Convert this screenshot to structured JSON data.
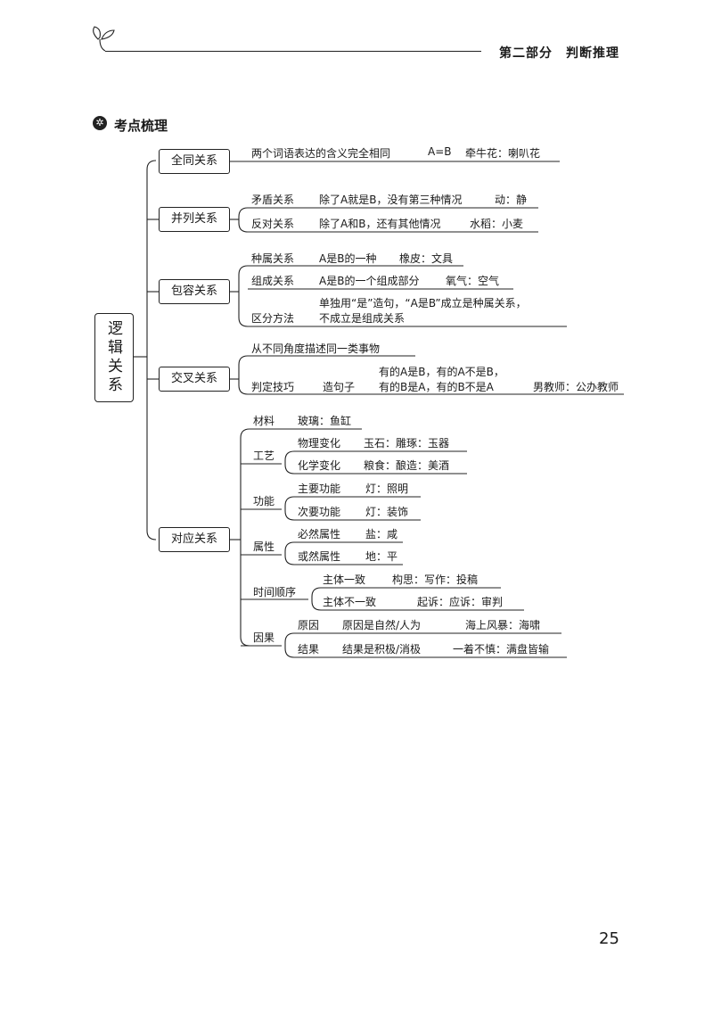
{
  "header": {
    "title": "第二部分　判断推理"
  },
  "section": {
    "icon": "gear-icon",
    "title": "考点梳理"
  },
  "root": "逻辑关系",
  "branches": {
    "b1": {
      "label": "全同关系",
      "rows": [
        {
          "a": "两个词语表达的含义完全相同",
          "b": "A=B",
          "c": "牵牛花：喇叭花"
        }
      ]
    },
    "b2": {
      "label": "并列关系",
      "rows": [
        {
          "a": "矛盾关系",
          "b": "除了A就是B，没有第三种情况",
          "c": "动：静"
        },
        {
          "a": "反对关系",
          "b": "除了A和B，还有其他情况",
          "c": "水稻：小麦"
        }
      ]
    },
    "b3": {
      "label": "包容关系",
      "rows": [
        {
          "a": "种属关系",
          "b": "A是B的一种",
          "c": "橡皮：文具"
        },
        {
          "a": "组成关系",
          "b": "A是B的一个组成部分",
          "c": "氧气：空气"
        },
        {
          "a": "区分方法",
          "b1": "单独用“是”造句，“A是B”成立是种属关系，",
          "b2": "不成立是组成关系"
        }
      ]
    },
    "b4": {
      "label": "交叉关系",
      "row1": "从不同角度描述同一类事物",
      "row2": {
        "a": "判定技巧",
        "b": "造句子",
        "c1": "有的A是B，有的A不是B，",
        "c2": "有的B是A，有的B不是A",
        "d": "男教师：公办教师"
      }
    },
    "b5": {
      "label": "对应关系",
      "material": {
        "a": "材料",
        "b": "玻璃：鱼缸"
      },
      "craft": {
        "label": "工艺",
        "rows": [
          {
            "a": "物理变化",
            "b": "玉石：雕琢：玉器"
          },
          {
            "a": "化学变化",
            "b": "粮食：酿造：美酒"
          }
        ]
      },
      "function": {
        "label": "功能",
        "rows": [
          {
            "a": "主要功能",
            "b": "灯：照明"
          },
          {
            "a": "次要功能",
            "b": "灯：装饰"
          }
        ]
      },
      "attribute": {
        "label": "属性",
        "rows": [
          {
            "a": "必然属性",
            "b": "盐：咸"
          },
          {
            "a": "或然属性",
            "b": "地：平"
          }
        ]
      },
      "time": {
        "label": "时间顺序",
        "rows": [
          {
            "a": "主体一致",
            "b": "构思：写作：投稿"
          },
          {
            "a": "主体不一致",
            "b": "起诉：应诉：审判"
          }
        ]
      },
      "cause": {
        "label": "因果",
        "rows": [
          {
            "a": "原因",
            "b": "原因是自然/人为",
            "c": "海上风暴：海啸"
          },
          {
            "a": "结果",
            "b": "结果是积极/消极",
            "c": "一着不慎：满盘皆输"
          }
        ]
      }
    }
  },
  "page_number": "25"
}
